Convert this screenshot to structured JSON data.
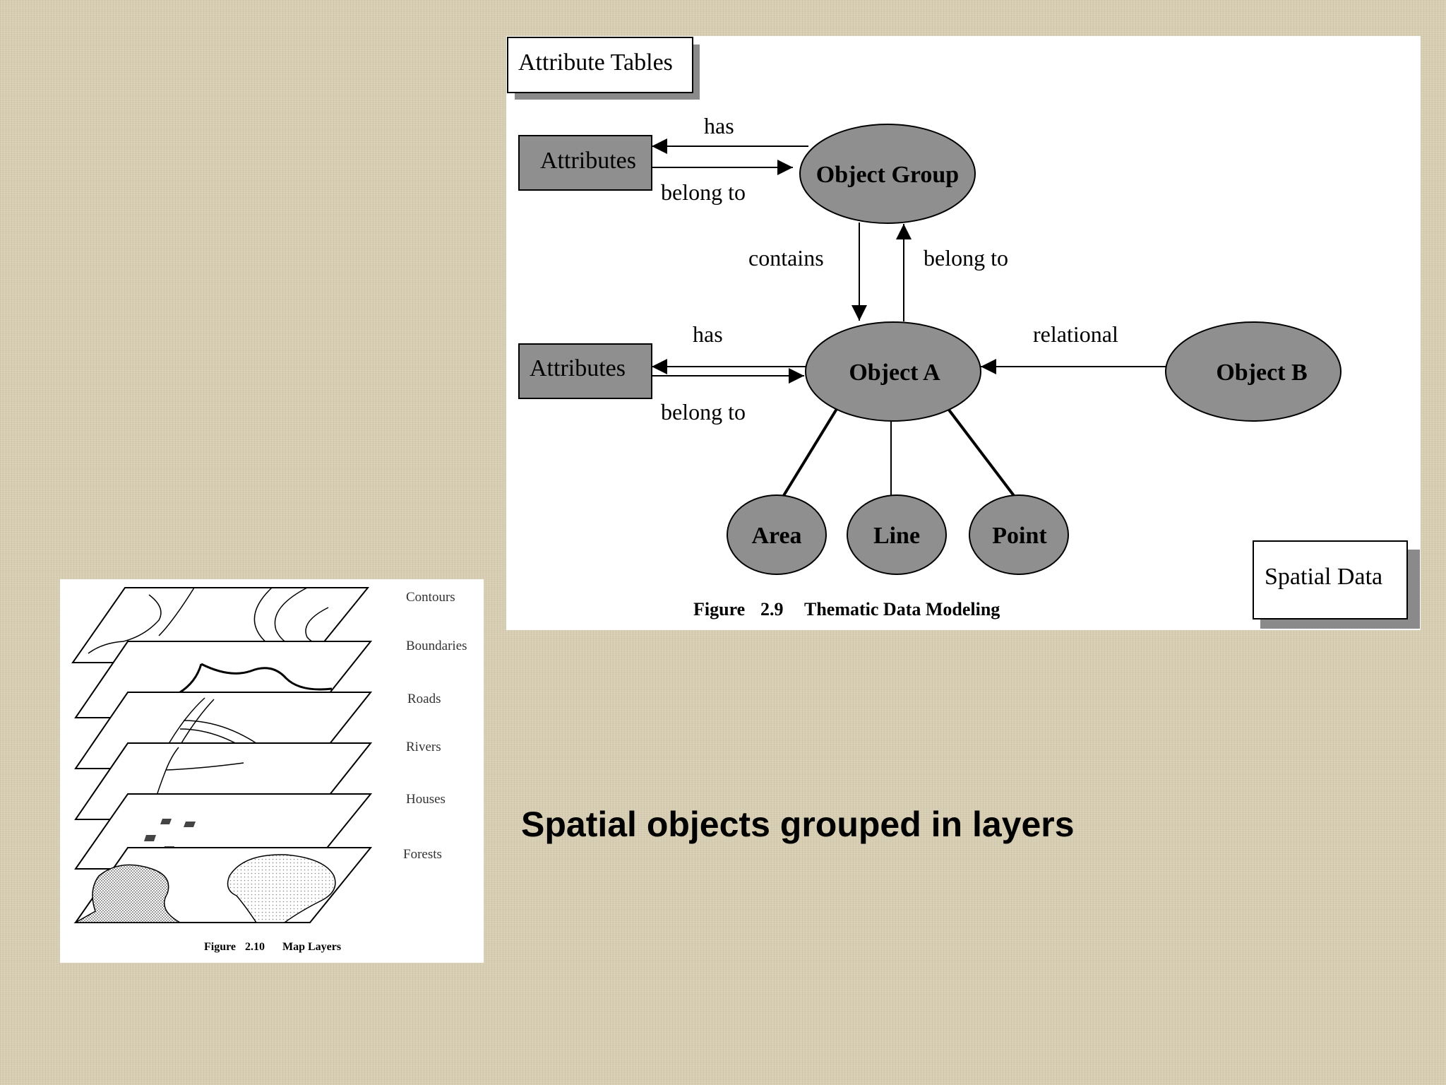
{
  "thematic_figure": {
    "box_attribute_tables": "Attribute Tables",
    "box_spatial_data": "Spatial Data",
    "attributes_top": "Attributes",
    "attributes_bottom": "Attributes",
    "object_group": "Object Group",
    "object_a": "Object A",
    "object_b": "Object B",
    "area": "Area",
    "line": "Line",
    "point": "Point",
    "edge_has_top": "has",
    "edge_belong_to_top": "belong to",
    "edge_contains": "contains",
    "edge_belong_to_mid": "belong to",
    "edge_has_bottom": "has",
    "edge_belong_to_bottom": "belong to",
    "edge_relational": "relational",
    "caption_label": "Figure",
    "caption_number": "2.9",
    "caption_title": "Thematic Data Modeling"
  },
  "layers_figure": {
    "layers": [
      "Contours",
      "Boundaries",
      "Roads",
      "Rivers",
      "Houses",
      "Forests"
    ],
    "caption_label": "Figure",
    "caption_number": "2.10",
    "caption_title": "Map Layers"
  },
  "slide_caption": "Spatial objects grouped in layers",
  "colors": {
    "node_fill": "#8f8f8f",
    "shadow": "#8a8a8a",
    "background": "#d7cdb2"
  }
}
